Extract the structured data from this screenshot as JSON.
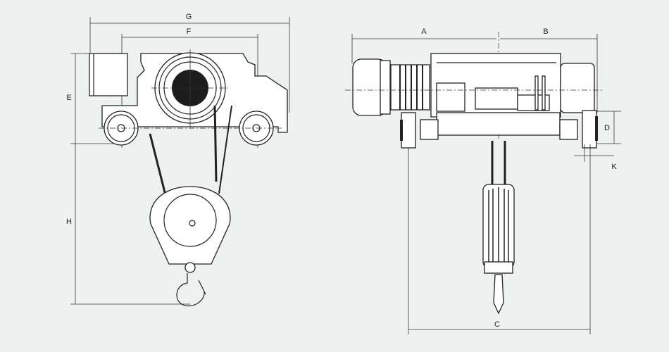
{
  "title": "Electric wire rope hoist dimension drawing",
  "dimensions": {
    "front_view": {
      "G": "G",
      "F": "F",
      "E": "E",
      "H": "H"
    },
    "side_view": {
      "A": "A",
      "B": "B",
      "C": "C",
      "D": "D",
      "K": "K"
    }
  },
  "colors": {
    "background": "#edf2f0",
    "line": "#222222"
  }
}
